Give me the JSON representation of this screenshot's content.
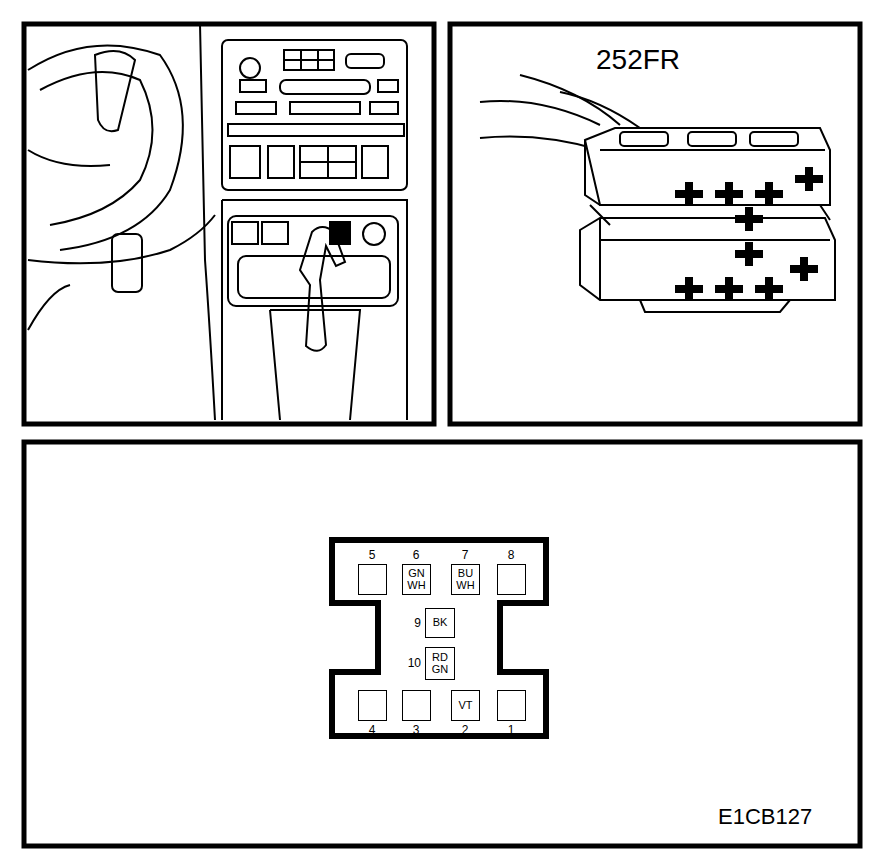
{
  "diagram": {
    "nodes": [
      {
        "text": [
          "5"
        ]
      },
      {
        "text": [
          "6",
          "GN WH"
        ]
      },
      {
        "text": [
          "7",
          "BU WH"
        ]
      },
      {
        "text": [
          "8"
        ]
      },
      {
        "text": [
          "9",
          "BK"
        ]
      },
      {
        "text": [
          "10",
          "RD GN"
        ]
      },
      {
        "text": [
          "4"
        ]
      },
      {
        "text": [
          "3"
        ]
      },
      {
        "text": [
          "2",
          "VT"
        ]
      },
      {
        "text": [
          "1"
        ]
      }
    ],
    "labels": [
      "252FR",
      "E1CB127"
    ]
  }
}
